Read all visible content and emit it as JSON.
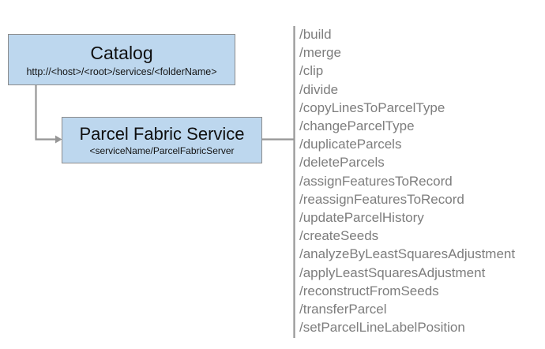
{
  "diagram": {
    "nodes": [
      {
        "id": "catalog",
        "title": "Catalog",
        "subtitle": "http://<host>/<root>/services/<folderName>"
      },
      {
        "id": "parcel-fabric-service",
        "title": "Parcel Fabric Service",
        "subtitle": "<serviceName/ParcelFabricServer"
      }
    ],
    "operations": [
      "/build",
      "/merge",
      "/clip",
      "/divide",
      "/copyLinesToParcelType",
      "/changeParcelType",
      "/duplicateParcels",
      "/deleteParcels",
      "/assignFeaturesToRecord",
      "/reassignFeaturesToRecord",
      "/updateParcelHistory",
      "/createSeeds",
      "/analyzeByLeastSquaresAdjustment",
      "/applyLeastSquaresAdjustment",
      "/reconstructFromSeeds",
      "/transferParcel",
      "/setParcelLineLabelPosition"
    ],
    "colors": {
      "node_fill": "#bdd7ee",
      "node_border": "#8c8c8c",
      "connector": "#969696",
      "operation_text": "#7d7d7d",
      "background": "#ffffff"
    }
  }
}
